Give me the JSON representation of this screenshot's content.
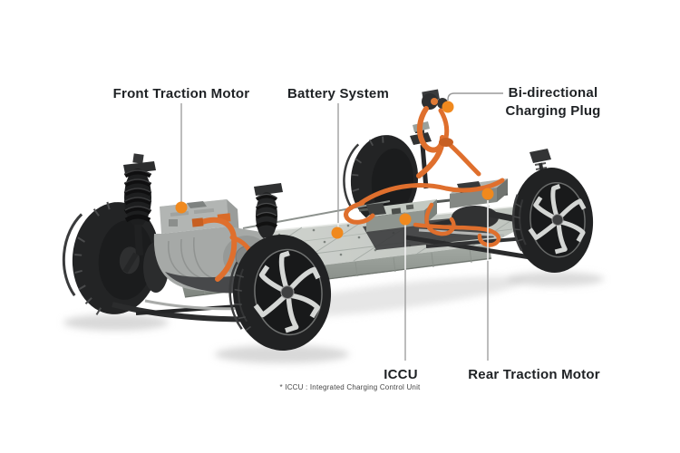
{
  "figure": {
    "subject": "Electric vehicle skateboard platform chassis with labeled components",
    "callouts": [
      {
        "id": "front-traction-motor",
        "label": "Front Traction Motor"
      },
      {
        "id": "battery-system",
        "label": "Battery System"
      },
      {
        "id": "bidirectional-charging-plug",
        "label": "Bi-directional\nCharging Plug"
      },
      {
        "id": "iccu",
        "label": "ICCU"
      },
      {
        "id": "rear-traction-motor",
        "label": "Rear Traction Motor"
      }
    ],
    "footnote": "* ICCU : Integrated Charging Control Unit",
    "colors": {
      "background": "#ffffff",
      "label_text": "#1e2124",
      "footnote_text": "#454545",
      "leader_line": "#a0a0a0",
      "leader_line_on_photo": "#f0f0f0",
      "callout_dot": "#f0891e",
      "hv_cable_orange": "#df6f2d",
      "deck_gray": "#c9cdc8",
      "tire_black": "#212223"
    }
  }
}
